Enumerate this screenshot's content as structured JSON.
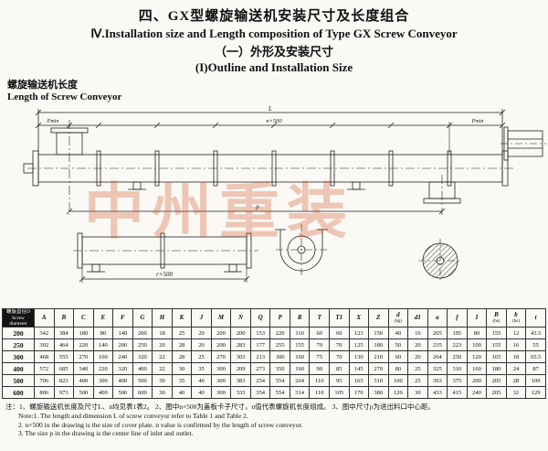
{
  "title": {
    "line1": "四、GX型螺旋输送机安装尺寸及长度组合",
    "line2": "Ⅳ.Installation size and Length composition of Type GX Screw Conveyor",
    "line3": "（一）外形及安装尺寸",
    "line4": "(I)Outline and Installation Size"
  },
  "subtitle": {
    "cn": "螺旋输送机长度",
    "en": "Length of Screw Conveyor"
  },
  "watermark": "中州重装",
  "drawing": {
    "dim_overall": "L",
    "dim_segments": "n×500",
    "dim_pmin_left": "Pmin",
    "dim_pmin_right": "Pmin",
    "dim_p": "p",
    "dim_detail": "r×500"
  },
  "table": {
    "first_header": {
      "cn": "螺旋直径D",
      "en1": "Screw",
      "en2": "diameter"
    },
    "columns": [
      {
        "label": "A"
      },
      {
        "label": "B"
      },
      {
        "label": "C"
      },
      {
        "label": "E"
      },
      {
        "label": "F"
      },
      {
        "label": "G"
      },
      {
        "label": "H"
      },
      {
        "label": "K"
      },
      {
        "label": "J"
      },
      {
        "label": "M"
      },
      {
        "label": "N"
      },
      {
        "label": "Q"
      },
      {
        "label": "P"
      },
      {
        "label": "R"
      },
      {
        "label": "T"
      },
      {
        "label": "T1"
      },
      {
        "label": "X"
      },
      {
        "label": "Z"
      },
      {
        "label": "d",
        "sub": "(kg)"
      },
      {
        "label": "d1"
      },
      {
        "label": "a"
      },
      {
        "label": "f"
      },
      {
        "label": "I"
      },
      {
        "label": "B",
        "sub": "(hs)"
      },
      {
        "label": "b",
        "sub": "(hs)"
      },
      {
        "label": "t"
      }
    ],
    "rows": [
      {
        "diameter": "200",
        "values": [
          "342",
          "384",
          "180",
          "80",
          "140",
          "200",
          "18",
          "25",
          "20",
          "200",
          "200",
          "153",
          "220",
          "110",
          "60",
          "60",
          "123",
          "150",
          "40",
          "16",
          "205",
          "195",
          "80",
          "155",
          "12",
          "43.5"
        ]
      },
      {
        "diameter": "250",
        "values": [
          "392",
          "464",
          "220",
          "140",
          "200",
          "250",
          "20",
          "28",
          "20",
          "200",
          "283",
          "177",
          "255",
          "155",
          "70",
          "70",
          "125",
          "180",
          "50",
          "20",
          "235",
          "223",
          "100",
          "155",
          "16",
          "55"
        ]
      },
      {
        "diameter": "300",
        "values": [
          "468",
          "555",
          "270",
          "160",
          "240",
          "320",
          "22",
          "28",
          "25",
          "270",
          "303",
          "213",
          "300",
          "160",
          "75",
          "70",
          "130",
          "210",
          "60",
          "20",
          "264",
          "250",
          "120",
          "165",
          "18",
          "65.5"
        ]
      },
      {
        "diameter": "400",
        "values": [
          "572",
          "685",
          "340",
          "220",
          "320",
          "400",
          "22",
          "30",
          "35",
          "300",
          "209",
          "273",
          "350",
          "160",
          "90",
          "85",
          "145",
          "270",
          "80",
          "25",
          "325",
          "310",
          "160",
          "180",
          "24",
          "87"
        ]
      },
      {
        "diameter": "500",
        "values": [
          "706",
          "823",
          "400",
          "300",
          "400",
          "500",
          "30",
          "35",
          "40",
          "300",
          "383",
          "254",
          "554",
          "264",
          "110",
          "95",
          "165",
          "310",
          "100",
          "25",
          "393",
          "375",
          "200",
          "205",
          "28",
          "109"
        ]
      },
      {
        "diameter": "600",
        "values": [
          "806",
          "973",
          "500",
          "400",
          "500",
          "600",
          "30",
          "40",
          "40",
          "300",
          "333",
          "354",
          "554",
          "314",
          "110",
          "105",
          "170",
          "380",
          "120",
          "30",
          "433",
          "415",
          "240",
          "205",
          "32",
          "129"
        ]
      }
    ]
  },
  "notes": {
    "line1": "注：1、螺旋输送机长度及尺寸L、n均见表1表2。 2、图中n×500为盖板卡子尺寸，n值代表螺旋机长度组成。 3、图中尺寸p为进出料口中心距。",
    "line2": "Note:1. The length and dimension L of screw conveyor refer to Table 1 and Table 2.",
    "line3": "2. n×500 in the drawing is the size of cover plate. n value is confirmed by the length of screw conveyor.",
    "line4": "3. The size p in the drawing is the center line of inlet and outlet."
  }
}
